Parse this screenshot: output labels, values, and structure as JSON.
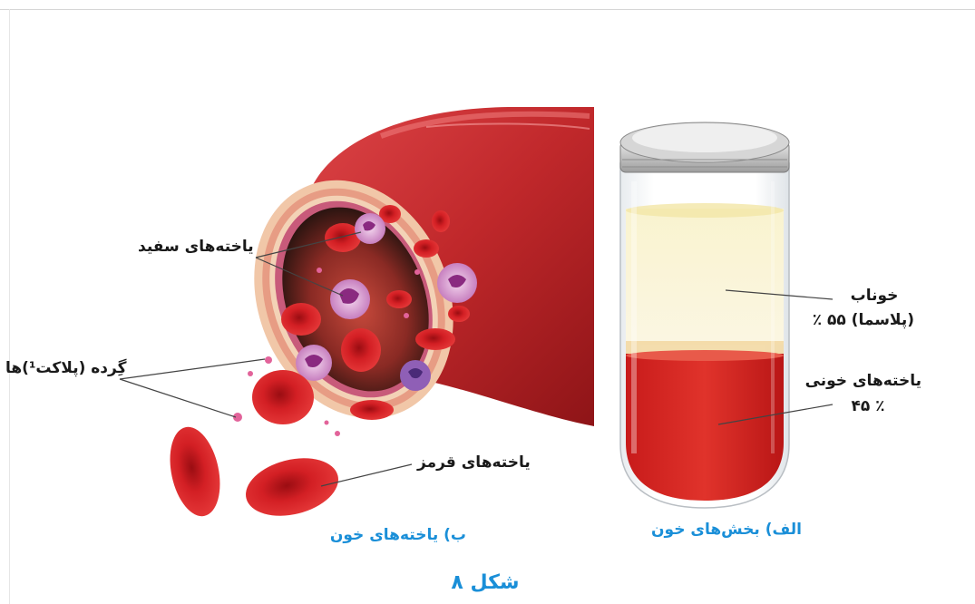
{
  "figure": {
    "title": "شکل ۸",
    "caption_left": "ب) یاخته‌های خون",
    "caption_right": "الف) بخش‌های خون"
  },
  "vessel_labels": {
    "white_cells": "یاخته‌های سفید",
    "platelets": "گِرده (پلاکت¹)ها",
    "red_cells": "یاخته‌های قرمز"
  },
  "tube_labels": {
    "plasma_line1": "خوناب",
    "plasma_line2": "(پلاسما) ۵۵ ٪",
    "cells_line1": "یاخته‌های خونی",
    "cells_line2": "٪ ۴۵"
  },
  "colors": {
    "caption": "#1a8fd8",
    "blood": "#d71f1f",
    "vessel": "#c0282b",
    "plasma": "#f7eec0"
  }
}
